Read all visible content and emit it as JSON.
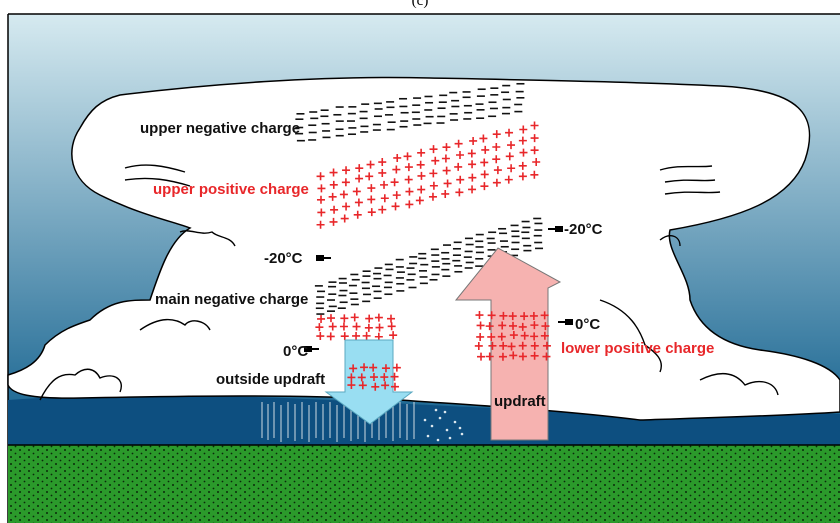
{
  "panel_letter": "(c)",
  "labels": {
    "upper_negative": "upper negative charge",
    "upper_positive": "upper positive charge",
    "temp_minus20_left": "-20°C",
    "temp_minus20_right": "-20°C",
    "main_negative": "main negative charge",
    "temp_zero_left": "0°C",
    "temp_zero_right": "0°C",
    "outside_updraft": "outside updraft",
    "lower_positive": "lower positive charge",
    "updraft": "updraft"
  },
  "colors": {
    "sky_top": "#d6eaf0",
    "sky_bottom": "#0f5e8c",
    "cloud": "#ffffff",
    "cloud_base": "#0d4f80",
    "ground": "#2b9a2b",
    "positive": "#e8272a",
    "negative": "#111111",
    "updraft_arrow": "#f6b2b0",
    "downdraft_arrow": "#99def2"
  },
  "icons": {
    "updraft": "arrow-up-icon",
    "downdraft": "arrow-down-icon",
    "temperature_marker": "pointer-marker-icon"
  }
}
